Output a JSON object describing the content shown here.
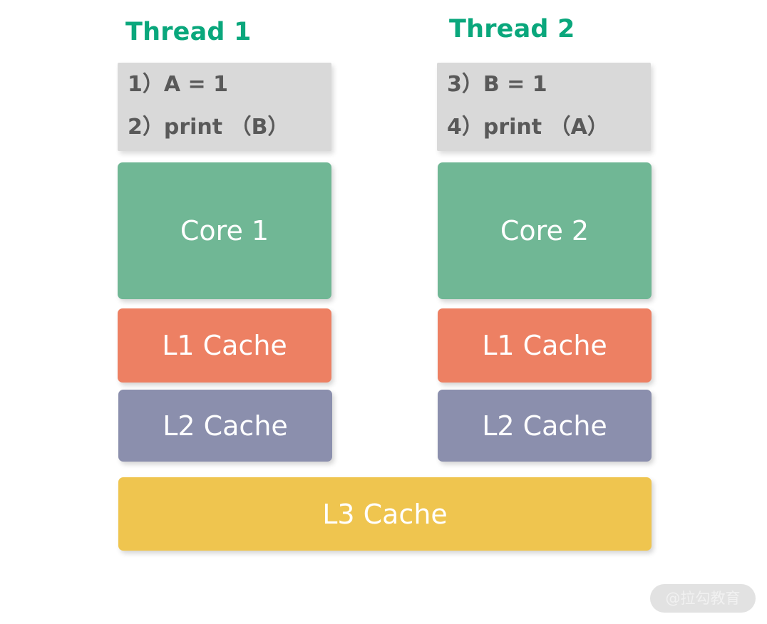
{
  "diagram": {
    "title": "CPU multi-core cache hierarchy with two threads",
    "colors": {
      "background": "#ffffff",
      "thread_heading": "#0aa77c",
      "code_box": "#d9d9d9",
      "code_text": "#595959",
      "core": "#70b795",
      "l1_cache": "#ed8063",
      "l2_cache": "#8b8fad",
      "l3_cache": "#efc54f",
      "block_label": "#ffffff",
      "watermark_pill": "#e2e2e2",
      "watermark_text": "#f1f1f1"
    }
  },
  "columns": [
    {
      "heading": "Thread 1",
      "code": {
        "lines": [
          {
            "num": "1）",
            "text": "A = 1"
          },
          {
            "num": "2）",
            "text": "print （B）"
          }
        ]
      },
      "core_label": "Core 1",
      "l1_label": "L1 Cache",
      "l2_label": "L2 Cache"
    },
    {
      "heading": "Thread 2",
      "code": {
        "lines": [
          {
            "num": "3）",
            "text": "B = 1"
          },
          {
            "num": "4）",
            "text": "print （A）"
          }
        ]
      },
      "core_label": "Core 2",
      "l1_label": "L1 Cache",
      "l2_label": "L2 Cache"
    }
  ],
  "shared": {
    "l3_label": "L3 Cache"
  },
  "watermark": {
    "text": "@拉勾教育"
  }
}
